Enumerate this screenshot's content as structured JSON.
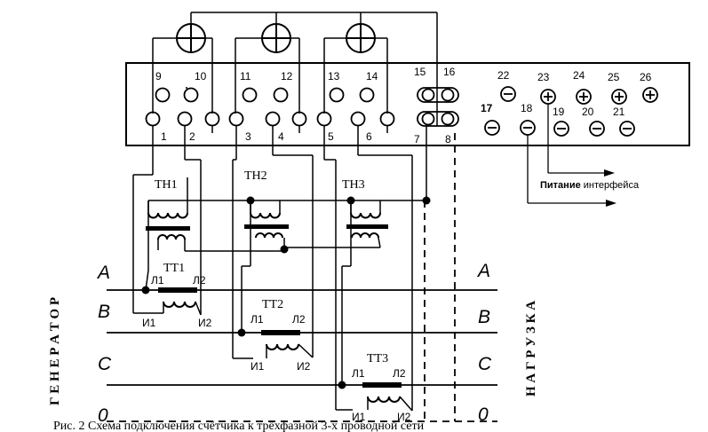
{
  "meter": {
    "top_terminals": [
      "9",
      "10",
      "11",
      "12",
      "13",
      "14",
      "15",
      "16"
    ],
    "bottom_terminals": [
      "1",
      "2",
      "3",
      "4",
      "5",
      "6",
      "7",
      "8"
    ],
    "interface_terminals_top": [
      "22",
      "23",
      "24",
      "25",
      "26"
    ],
    "interface_terminals_bottom": [
      "17",
      "18",
      "19",
      "20",
      "21"
    ],
    "interface_label_bold": "Питание",
    "interface_label_rest": " интерфейса"
  },
  "voltage_transformers": [
    "ТН1",
    "ТН2",
    "ТН3"
  ],
  "current_transformers": [
    {
      "name": "ТТ1",
      "l1": "Л1",
      "l2": "Л2",
      "i1": "И1",
      "i2": "И2"
    },
    {
      "name": "ТТ2",
      "l1": "Л1",
      "l2": "Л2",
      "i1": "И1",
      "i2": "И2"
    },
    {
      "name": "ТТ3",
      "l1": "Л1",
      "l2": "Л2",
      "i1": "И1",
      "i2": "И2"
    }
  ],
  "phases_left": [
    "A",
    "B",
    "C",
    "0"
  ],
  "phases_right": [
    "A",
    "B",
    "C",
    "0"
  ],
  "side_labels": {
    "generator": "Г Е Н Е Р А Т О Р",
    "load": "Н А Г Р У З К А"
  },
  "caption": "Рис. 2 Схема подключения счётчика к трёхфазной 3-х проводной сети"
}
